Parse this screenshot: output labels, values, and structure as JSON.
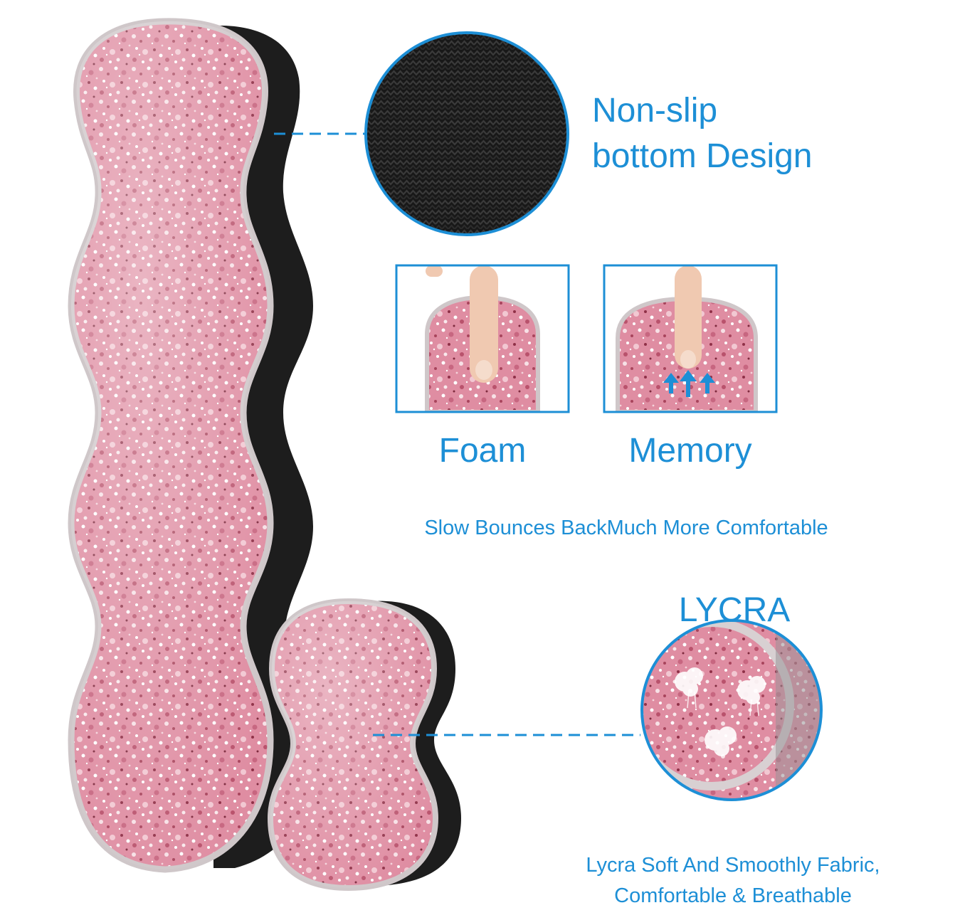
{
  "colors": {
    "accent_blue": "#1d8fd6",
    "glitter_pink": "#e08aa0",
    "glitter_dark": "#a8445c",
    "glitter_light": "#f6dde3",
    "rim": "#c9c9c9",
    "base_black": "#1b1b1b",
    "skin": "#f0c9b1"
  },
  "callouts": {
    "non_slip": {
      "line1": "Non-slip",
      "line2": "bottom Design",
      "icon": "fabric-texture-icon"
    },
    "foam_label": "Foam",
    "memory_label": "Memory",
    "rebound_caption": "Slow Bounces BackMuch More Comfortable",
    "lycra": {
      "title": "LYCRA",
      "line1": "Lycra Soft And Smoothly Fabric,",
      "line2": "Comfortable & Breathable",
      "icon": "magnifier-fabric-icon"
    }
  },
  "icons": [
    "finger-press-icon",
    "rebound-arrows-icon"
  ]
}
